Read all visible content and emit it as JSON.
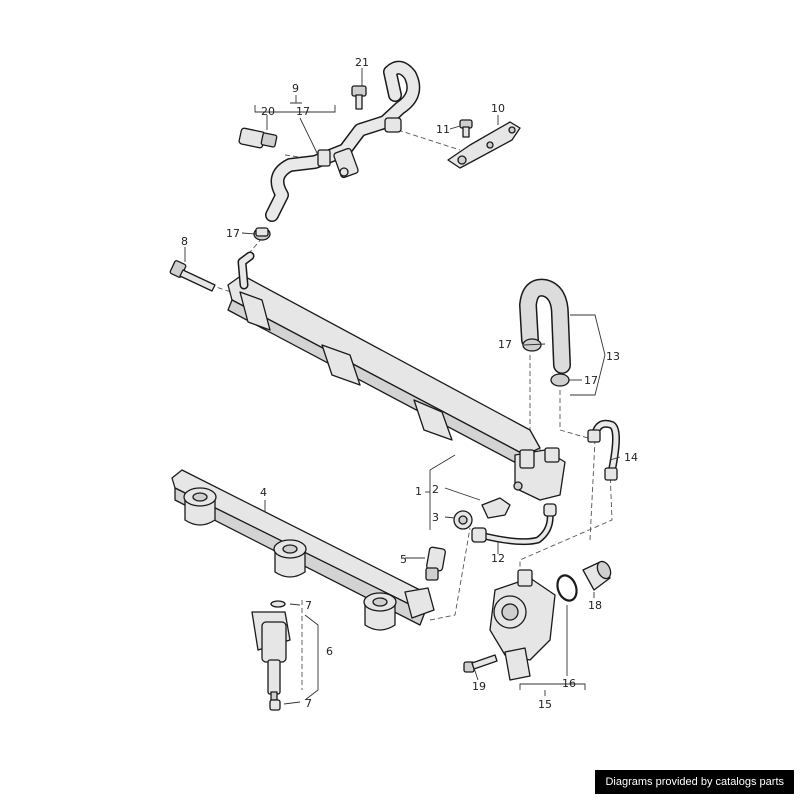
{
  "callouts": [
    "1",
    "2",
    "3",
    "4",
    "5",
    "6",
    "7",
    "7",
    "8",
    "9",
    "10",
    "11",
    "12",
    "13",
    "14",
    "15",
    "16",
    "17",
    "17",
    "17",
    "17",
    "18",
    "19",
    "20",
    "21"
  ],
  "footer": {
    "text": "Diagrams provided by catalogs parts"
  }
}
